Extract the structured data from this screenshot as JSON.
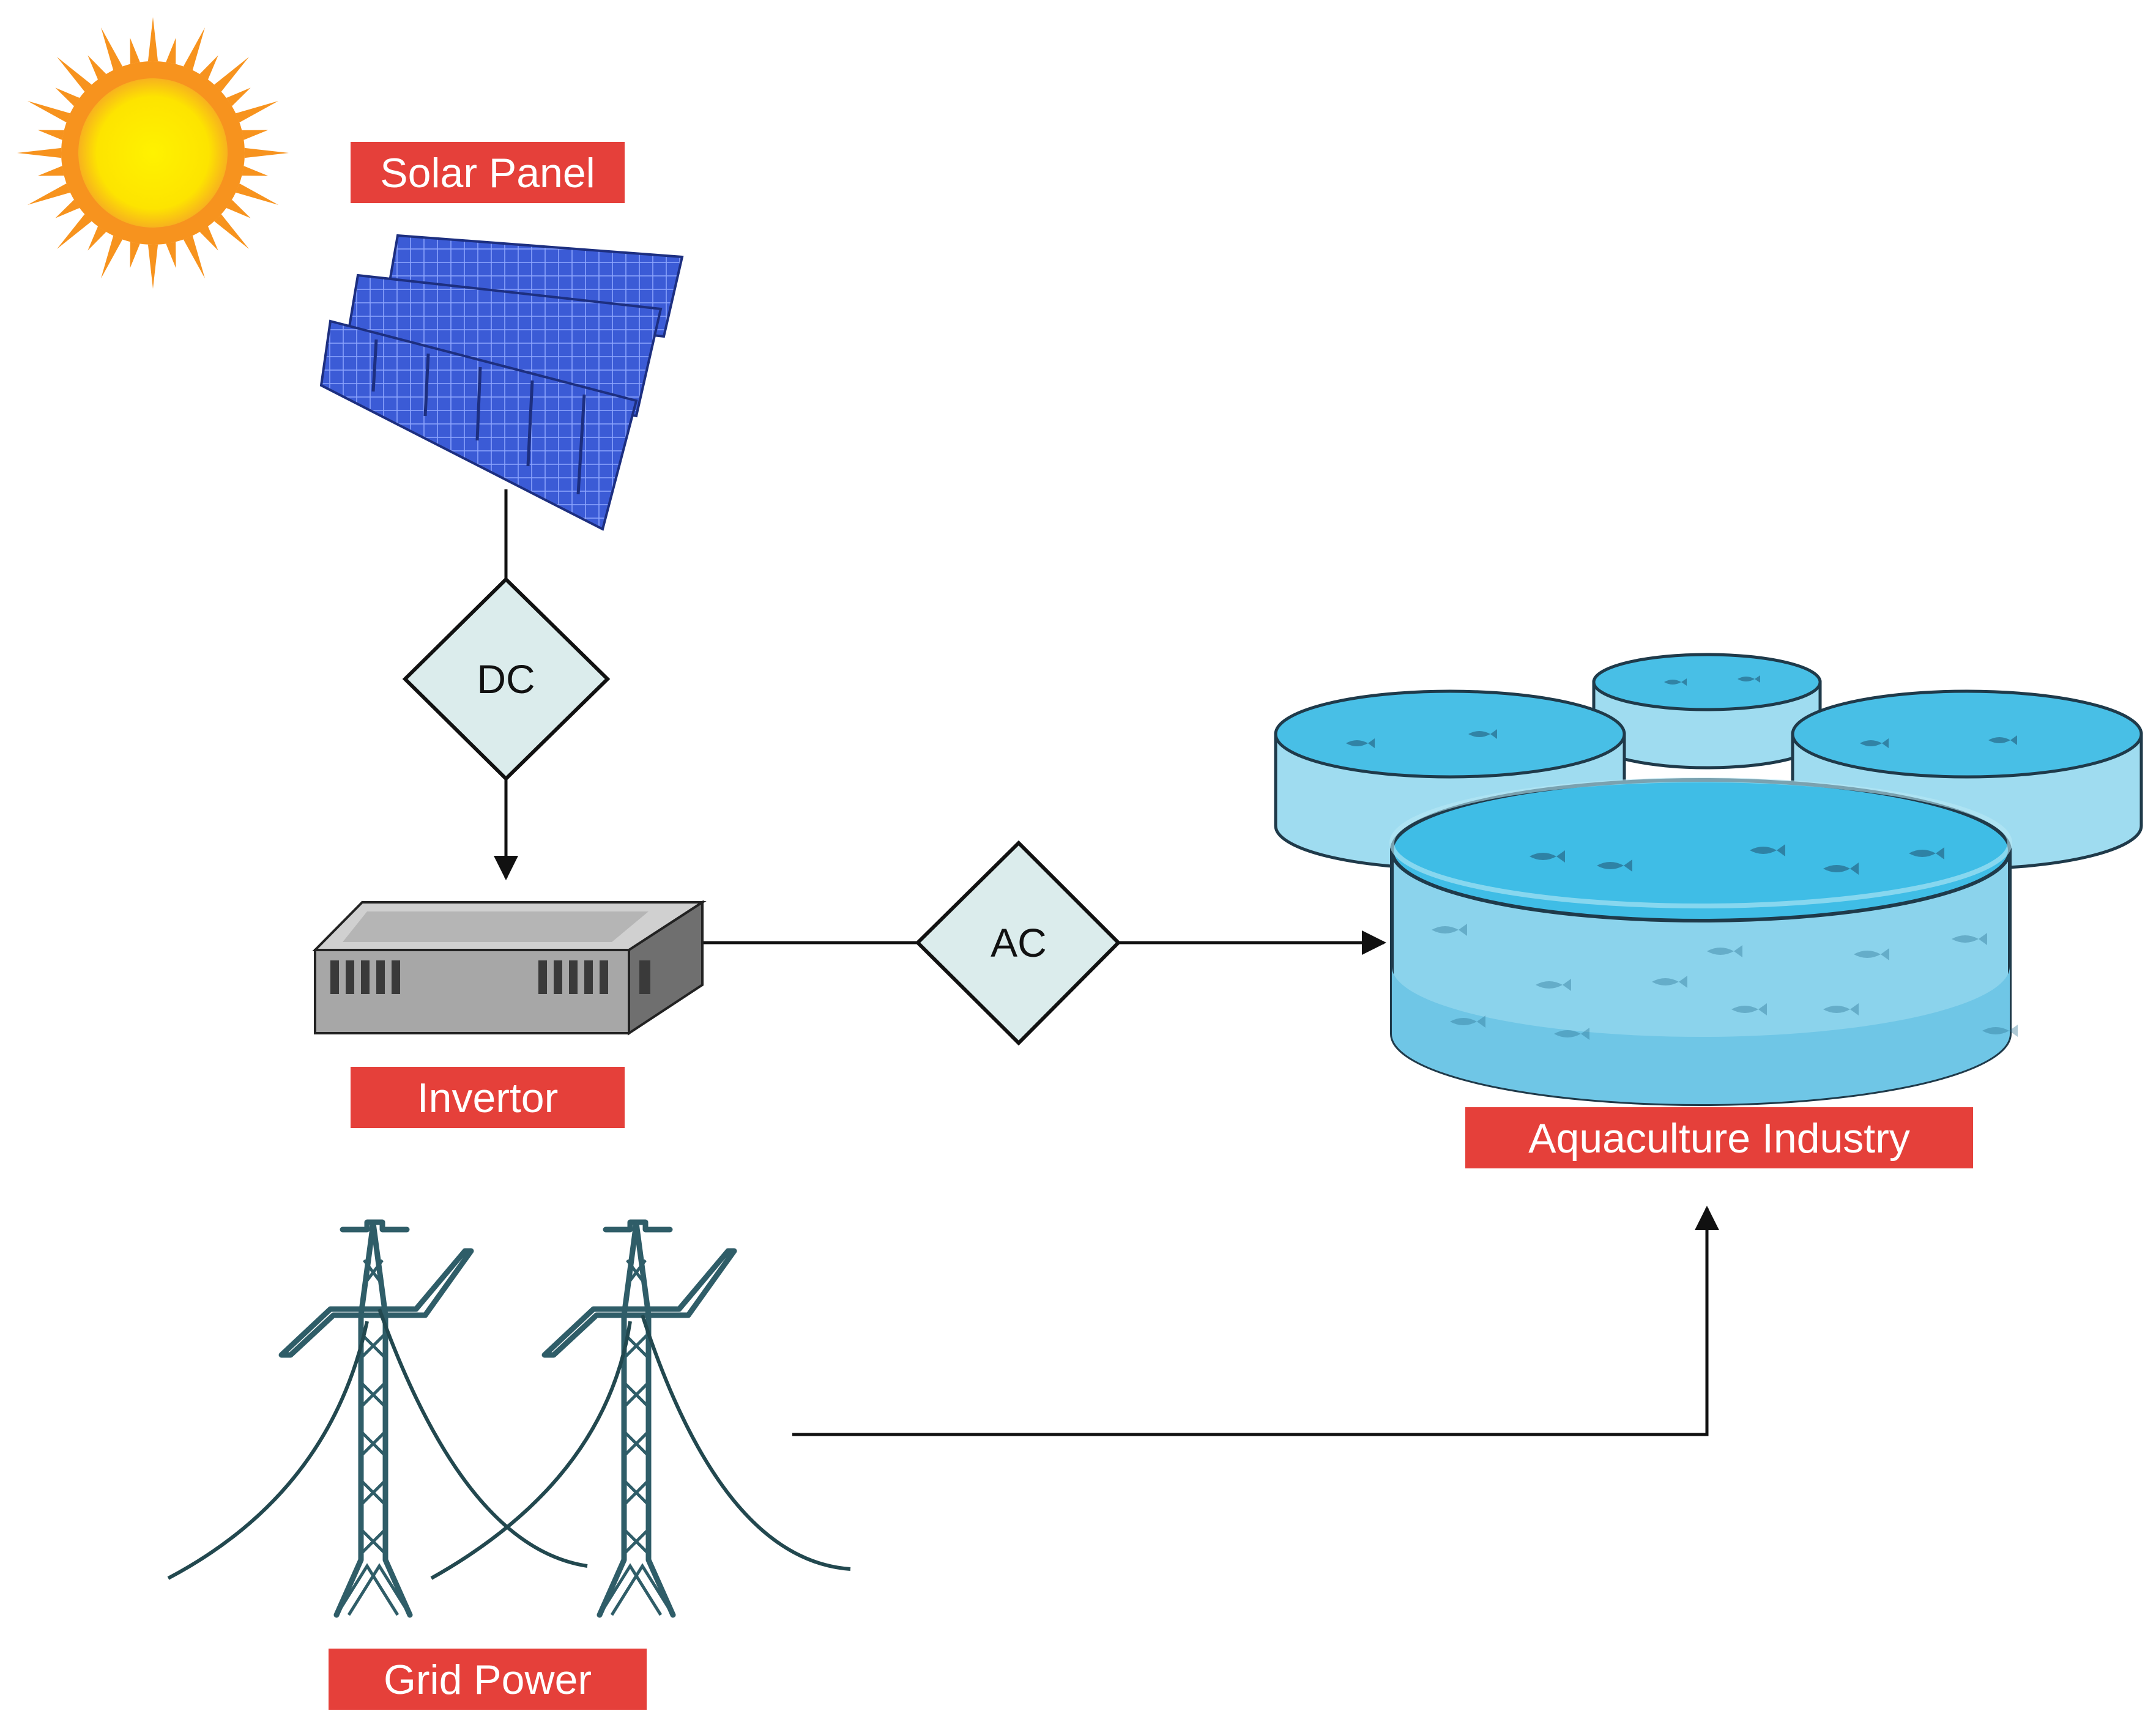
{
  "labels": {
    "solar_panel": "Solar Panel",
    "invertor": "Invertor",
    "grid_power": "Grid Power",
    "aquaculture": "Aquaculture Industry"
  },
  "nodes": {
    "dc": "DC",
    "ac": "AC"
  },
  "icons": {
    "sun": "sun-icon",
    "solar": "solar-panel-icon",
    "inverter": "inverter-icon",
    "towers": "power-tower-icon",
    "tanks": "fish-tank-icon"
  },
  "colors": {
    "label_bg": "#e5403a",
    "label_text": "#ffffff",
    "diamond_fill": "#dbecec",
    "panel_blue": "#3b5bd6",
    "tower": "#2f5d68",
    "water": "#4ec3e8",
    "sun_rays": "#f7931e",
    "sun_core": "#fde400"
  },
  "edges": [
    {
      "from": "Solar Panel",
      "to": "DC"
    },
    {
      "from": "DC",
      "to": "Invertor"
    },
    {
      "from": "Invertor",
      "to": "AC"
    },
    {
      "from": "AC",
      "to": "Aquaculture Industry"
    },
    {
      "from": "Grid Power",
      "to": "Aquaculture Industry"
    }
  ]
}
